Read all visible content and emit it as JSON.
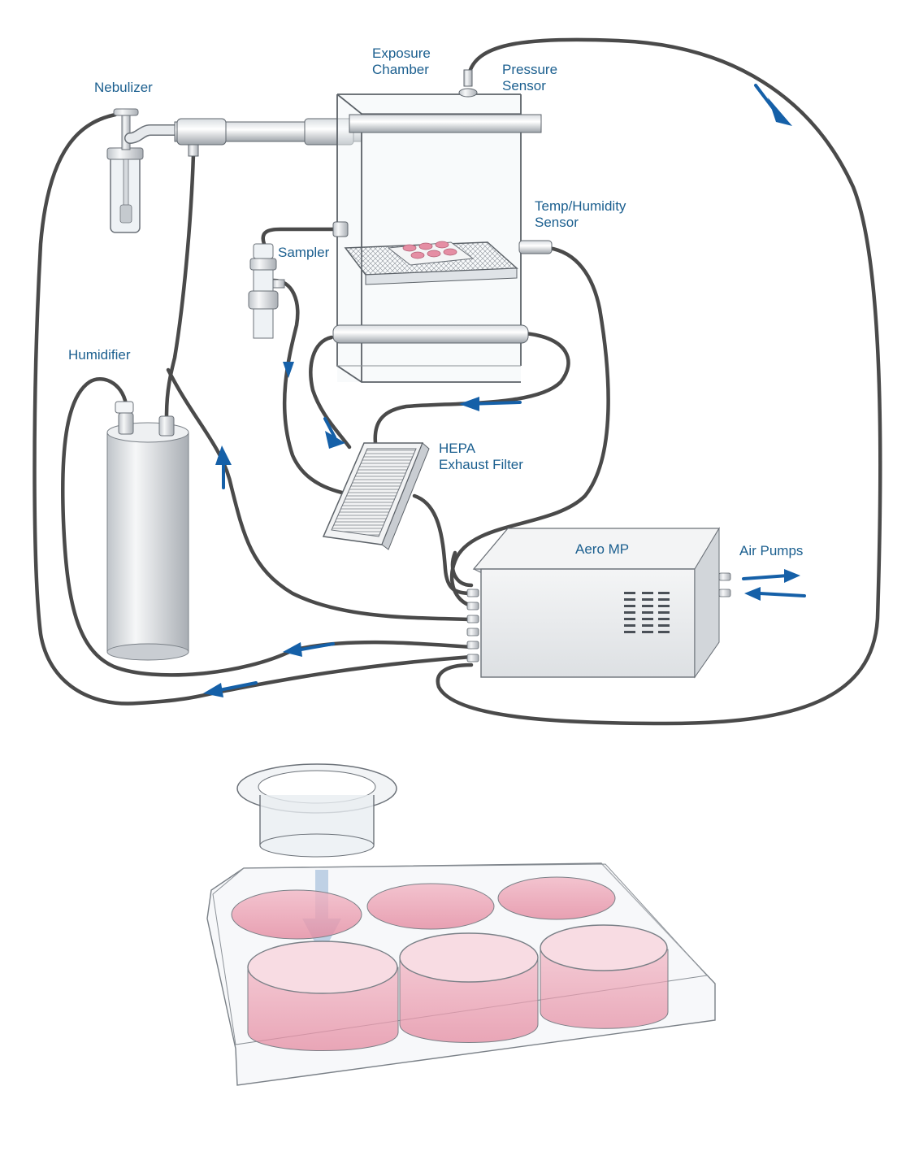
{
  "labels": {
    "exposure_chamber": [
      "Exposure",
      "Chamber"
    ],
    "pressure_sensor": [
      "Pressure",
      "Sensor"
    ],
    "nebulizer": "Nebulizer",
    "temp_humidity_sensor": [
      "Temp/Humidity",
      "Sensor"
    ],
    "sampler": "Sampler",
    "humidifier": "Humidifier",
    "hepa_exhaust_filter": [
      "HEPA",
      "Exhaust Filter"
    ],
    "aero_mp": "Aero MP",
    "air_pumps": "Air Pumps"
  },
  "colors": {
    "label": "#1b5f8f",
    "arrow": "#1560a8",
    "tube": "#444444",
    "glass": "#e8eef3",
    "media": "#e58ea4",
    "device_body": "#eceef0"
  },
  "icons": {
    "flow_arrow": "arrow-icon"
  }
}
